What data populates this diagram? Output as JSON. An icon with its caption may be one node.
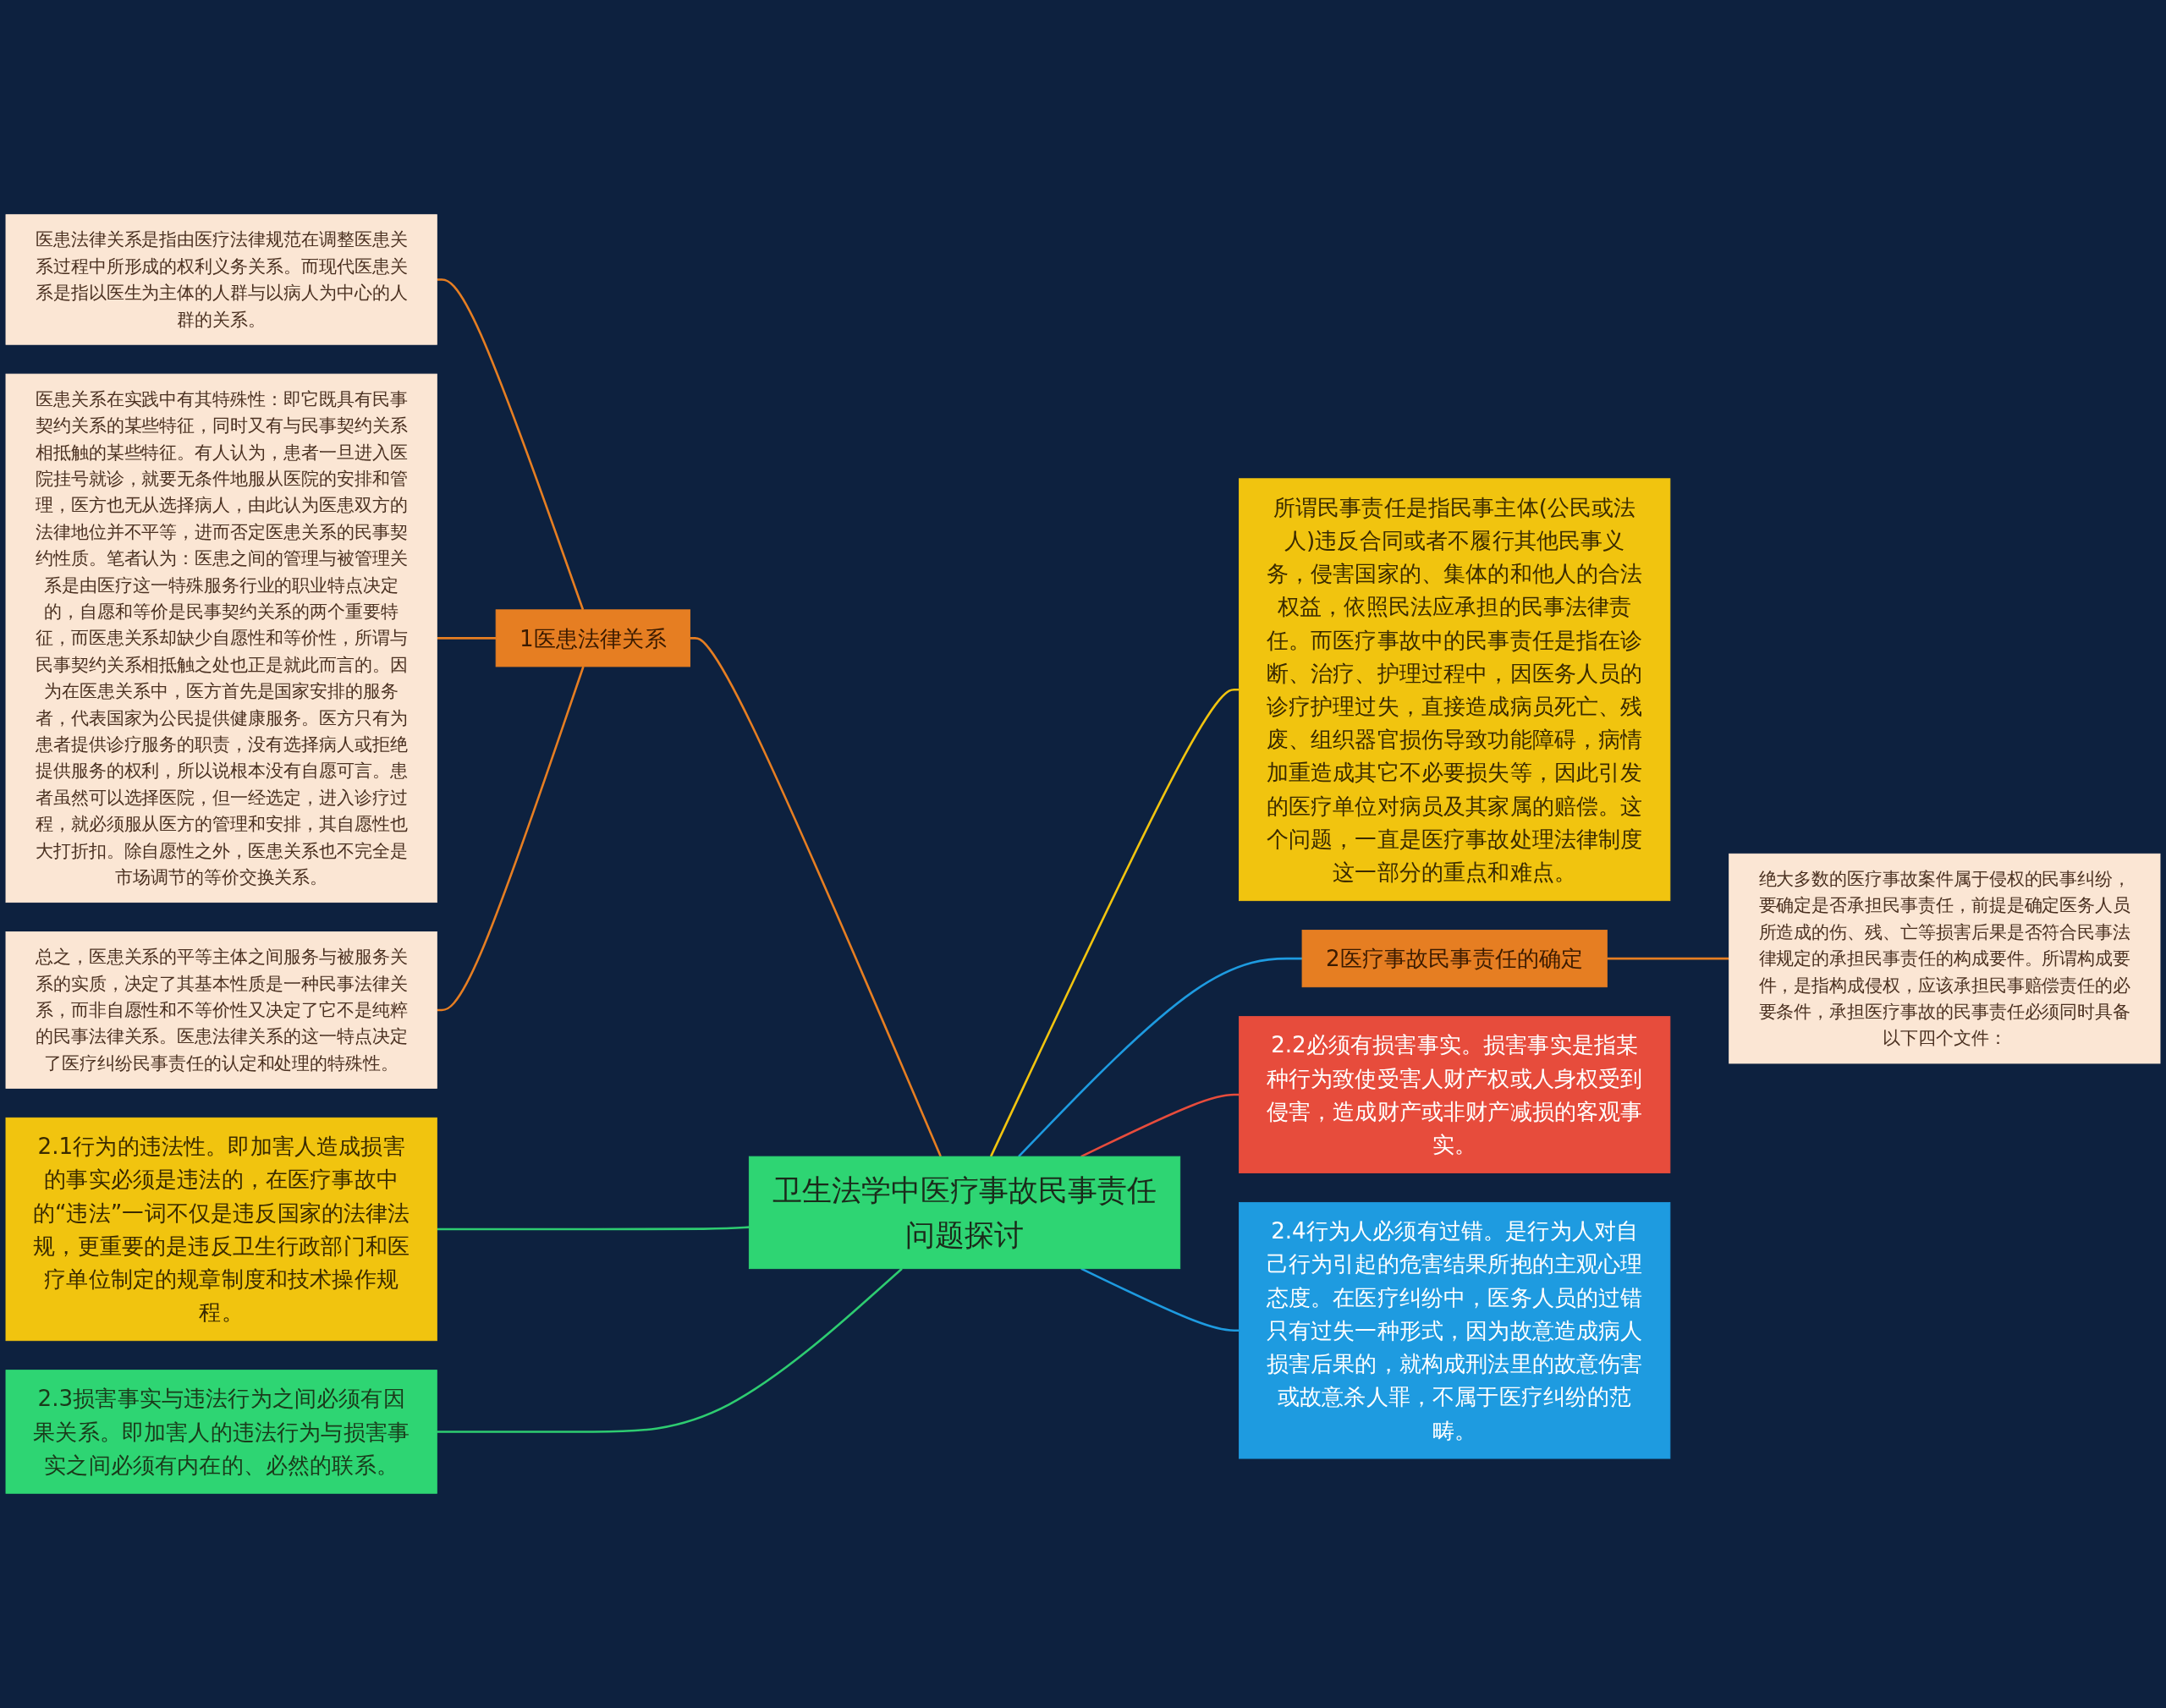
{
  "diagram": {
    "nodes": [
      {
        "text": [
          "卫生法学中医疗事故民事责任问题探讨"
        ]
      },
      {
        "text": [
          "1医患法律关系"
        ]
      },
      {
        "text": [
          "医患法律关系是指由医疗法律规范在调整医患关系过程中所形成的权利义务关系。而现代医患关系是指以医生为主体的人群与以病人为中心的人群的关系。"
        ]
      },
      {
        "text": [
          "医患关系在实践中有其特殊性：即它既具有民事契约关系的某些特征，同时又有与民事契约关系相抵触的某些特征。有人认为，患者一旦进入医院挂号就诊，就要无条件地服从医院的安排和管理，医方也无从选择病人，由此认为医患双方的法律地位并不平等，进而否定医患关系的民事契约性质。笔者认为：医患之间的管理与被管理关系是由医疗这一特殊服务行业的职业特点决定的，自愿和等价是民事契约关系的两个重要特征，而医患关系却缺少自愿性和等价性，所谓与民事契约关系相抵触之处也正是就此而言的。因为在医患关系中，医方首先是国家安排的服务者，代表国家为公民提供健康服务。医方只有为患者提供诊疗服务的职责，没有选择病人或拒绝提供服务的权利，所以说根本没有自愿可言。患者虽然可以选择医院，但一经选定，进入诊疗过程，就必须服从医方的管理和安排，其自愿性也大打折扣。除自愿性之外，医患关系也不完全是市场调节的等价交换关系。"
        ]
      },
      {
        "text": [
          "总之，医患关系的平等主体之间服务与被服务关系的实质，决定了其基本性质是一种民事法律关系，而非自愿性和不等价性又决定了它不是纯粹的民事法律关系。医患法律关系的这一特点决定了医疗纠纷民事责任的认定和处理的特殊性。"
        ]
      },
      {
        "text": [
          "2.1行为的违法性。即加害人造成损害的事实必须是违法的，在医疗事故中的“违法”一词不仅是违反国家的法律法规，更重要的是违反卫生行政部门和医疗单位制定的规章制度和技术操作规程。"
        ]
      },
      {
        "text": [
          "2.3损害事实与违法行为之间必须有因果关系。即加害人的违法行为与损害事实之间必须有内在的、必然的联系。"
        ]
      },
      {
        "text": [
          "所谓民事责任是指民事主体(公民或法人)违反合同或者不履行其他民事义务，侵害国家的、集体的和他人的合法权益，依照民法应承担的民事法律责任。而医疗事故中的民事责任是指在诊断、治疗、护理过程中，因医务人员的诊疗护理过失，直接造成病员死亡、残废、组织器官损伤导致功能障碍，病情加重造成其它不必要损失等，因此引发的医疗单位对病员及其家属的赔偿。这个问题，一直是医疗事故处理法律制度这一部分的重点和难点。"
        ]
      },
      {
        "text": [
          "2医疗事故民事责任的确定"
        ]
      },
      {
        "text": [
          "绝大多数的医疗事故案件属于侵权的民事纠纷，要确定是否承担民事责任，前提是确定医务人员所造成的伤、残、亡等损害后果是否符合民事法律规定的承担民事责任的构成要件。所谓构成要件，是指构成侵权，应该承担民事赔偿责任的必要条件，承担医疗事故的民事责任必须同时具备以下四个文件："
        ]
      },
      {
        "text": [
          "2.2必须有损害事实。损害事实是指某种行为致使受害人财产权或人身权受到侵害，造成财产或非财产减损的客观事实。"
        ]
      },
      {
        "text": [
          "2.4行为人必须有过错。是行为人对自己行为引起的危害结果所抱的主观心理态度。在医疗纠纷中，医务人员的过错只有过失一种形式，因为故意造成病人损害后果的，就构成刑法里的故意伤害或故意杀人罪，不属于医疗纠纷的范畴。"
        ]
      }
    ],
    "edges": [
      {
        "from": 1,
        "to": 0,
        "arrow": "none",
        "color": "#e67e22"
      },
      {
        "from": 2,
        "to": 1,
        "arrow": "none",
        "color": "#e67e22"
      },
      {
        "from": 3,
        "to": 1,
        "arrow": "none",
        "color": "#e67e22"
      },
      {
        "from": 4,
        "to": 1,
        "arrow": "none",
        "color": "#e67e22"
      },
      {
        "from": 5,
        "to": 0,
        "arrow": "none",
        "color": "#2ecc71"
      },
      {
        "from": 6,
        "to": 0,
        "arrow": "none",
        "color": "#2ecc71"
      },
      {
        "from": 0,
        "to": 7,
        "arrow": "none",
        "color": "#f1c40f"
      },
      {
        "from": 0,
        "to": 8,
        "arrow": "none",
        "color": "#1e9be0"
      },
      {
        "from": 8,
        "to": 9,
        "arrow": "none",
        "color": "#e67e22"
      },
      {
        "from": 0,
        "to": 10,
        "arrow": "none",
        "color": "#e74c3c"
      },
      {
        "from": 0,
        "to": 11,
        "arrow": "none",
        "color": "#1e9be0"
      }
    ]
  }
}
